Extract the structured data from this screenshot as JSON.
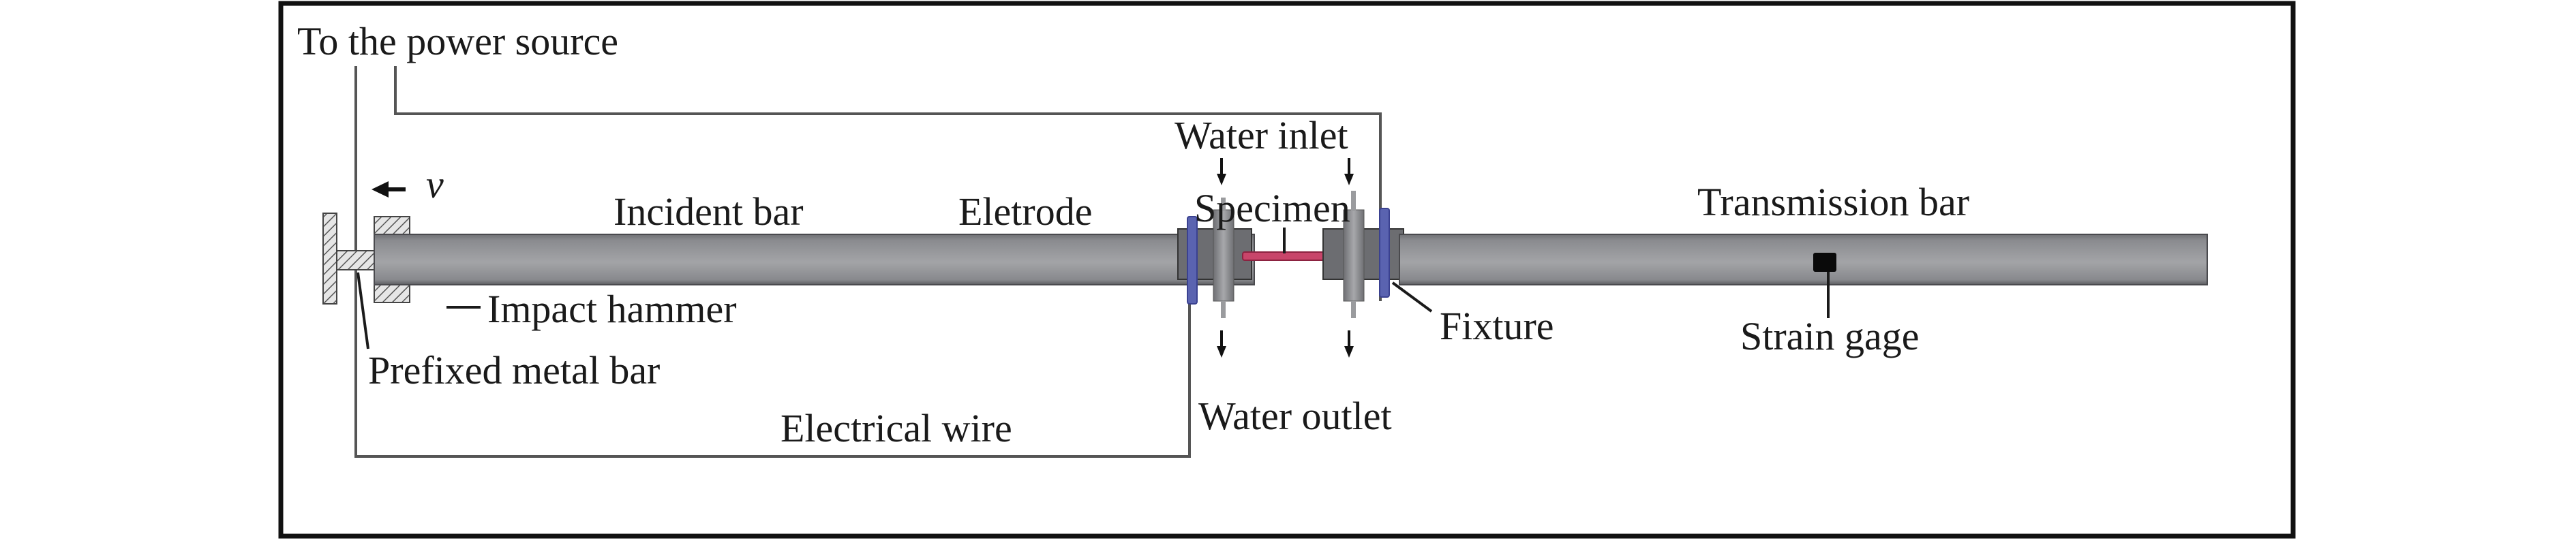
{
  "figure": {
    "type": "SHPB experimental setup schematic",
    "labels": {
      "power_source": "To the power source",
      "velocity": "v",
      "incident_bar": "Incident bar",
      "electrode": "Eletrode",
      "water_inlet": "Water inlet",
      "specimen": "Specimen",
      "transmission_bar": "Transmission bar",
      "impact_hammer": "Impact hammer",
      "prefixed_metal_bar": "Prefixed metal bar",
      "fixture": "Fixture",
      "strain_gage": "Strain gage",
      "electrical_wire": "Electrical wire",
      "water_outlet": "Water outlet"
    },
    "colors": {
      "bar": "#8e8f93",
      "bar_highlight": "#a5a6a9",
      "fixture_plate": "#5a63b0",
      "specimen": "#c8456a",
      "strain_gage": "#0a0a0a",
      "frame": "#111111"
    }
  }
}
